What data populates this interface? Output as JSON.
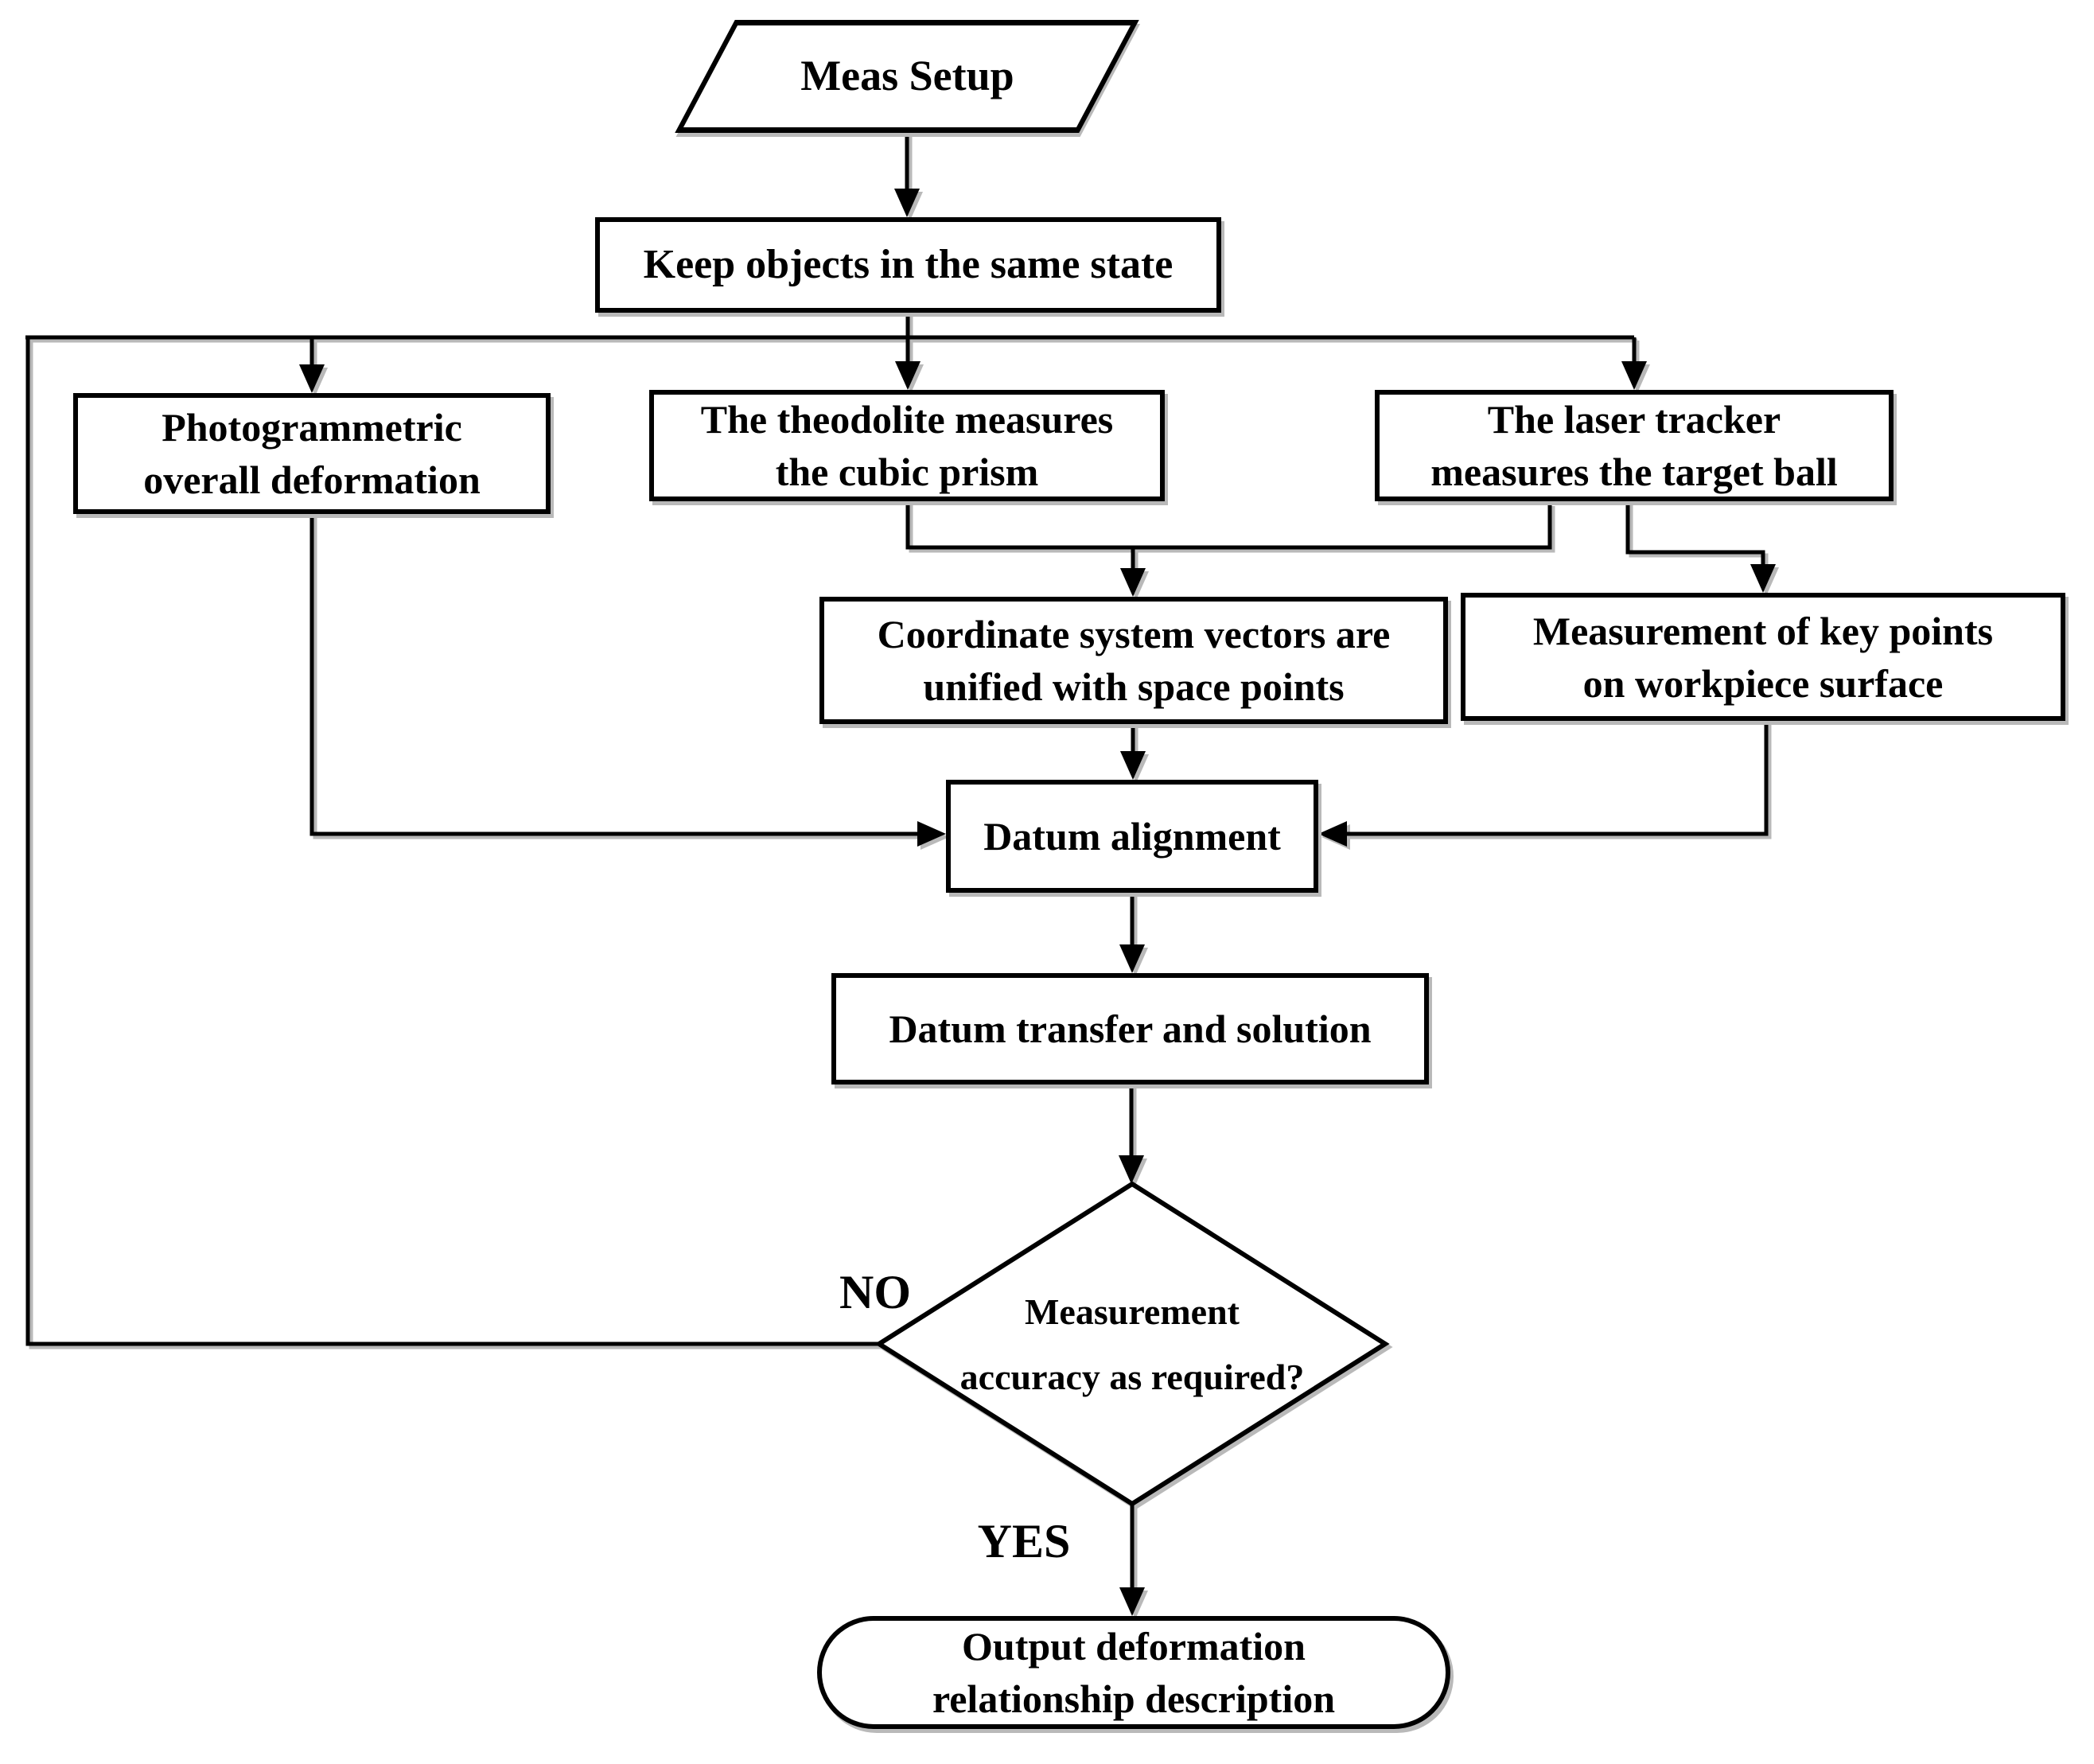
{
  "nodes": {
    "meas_setup": {
      "shape": "parallelogram",
      "lines": [
        "Meas Setup"
      ]
    },
    "keep_objects": {
      "shape": "rect",
      "lines": [
        "Keep objects in the same state"
      ]
    },
    "photogrammetric": {
      "shape": "rect",
      "lines": [
        "Photogrammetric",
        "overall deformation"
      ]
    },
    "theodolite": {
      "shape": "rect",
      "lines": [
        "The theodolite measures",
        "the cubic prism"
      ]
    },
    "laser_tracker": {
      "shape": "rect",
      "lines": [
        "The laser tracker",
        "measures the target ball"
      ]
    },
    "coordinate_system": {
      "shape": "rect",
      "lines": [
        "Coordinate system vectors are",
        "unified with space points"
      ]
    },
    "key_points": {
      "shape": "rect",
      "lines": [
        "Measurement of key points",
        "on workpiece surface"
      ]
    },
    "datum_alignment": {
      "shape": "rect",
      "lines": [
        "Datum alignment"
      ]
    },
    "datum_transfer": {
      "shape": "rect",
      "lines": [
        "Datum transfer and solution"
      ]
    },
    "decision": {
      "shape": "diamond",
      "lines": [
        "Measurement",
        "accuracy as required?"
      ]
    },
    "output": {
      "shape": "stadium",
      "lines": [
        "Output deformation",
        "relationship description"
      ]
    }
  },
  "edge_labels": {
    "no": "NO",
    "yes": "YES"
  },
  "colors": {
    "stroke": "#000000",
    "fill": "#ffffff",
    "shadow": "#b9b9b9"
  }
}
